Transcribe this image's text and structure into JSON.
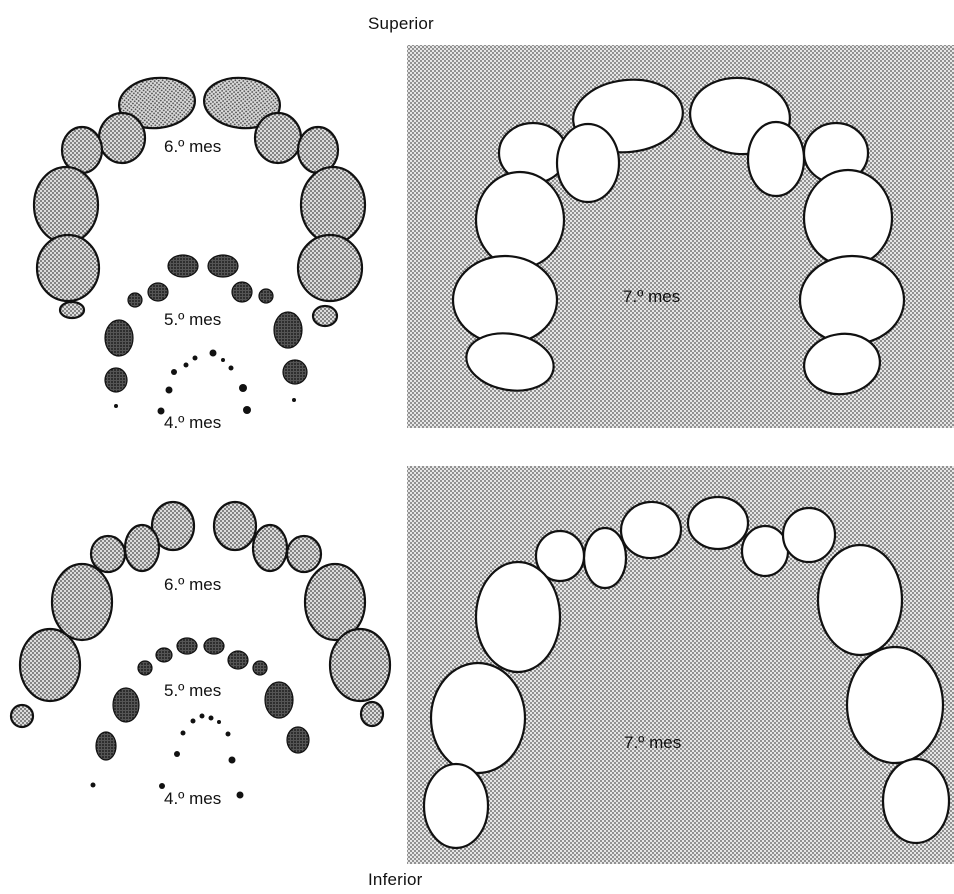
{
  "figure": {
    "top_caption": "Superior",
    "bottom_caption": "Inferior"
  },
  "upper": {
    "left_labels": {
      "month6": "6.º mes",
      "month5": "5.º mes",
      "month4": "4.º mes"
    },
    "right_label": "7.º mes"
  },
  "lower": {
    "left_labels": {
      "month6": "6.º mes",
      "month5": "5.º mes",
      "month4": "4.º mes"
    },
    "right_label": "7.º mes"
  },
  "colors": {
    "ink": "#111111",
    "stipple_light": "#bdbdbd",
    "stipple_box": "#c9c9c9",
    "background": "#ffffff"
  }
}
